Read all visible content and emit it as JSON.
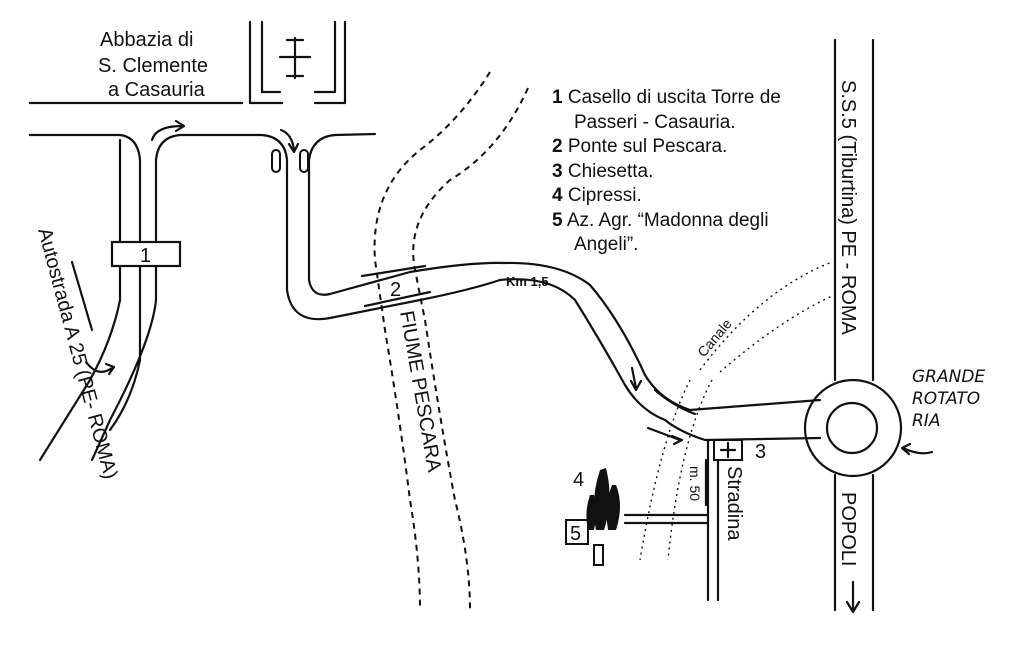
{
  "places": {
    "abbey": [
      "Abbazia di",
      "S. Clemente",
      "a Casauria"
    ],
    "river": "FIUME PESCARA",
    "motorway": "Autostrada  A 25  (PE- ROMA)",
    "ss5": "S.S.5 (Tiburtina)  PE - ROMA",
    "popoli": "POPOLI",
    "rotatoria": [
      "GRANDE",
      "ROTATO",
      "RIA"
    ],
    "km": "Km 1,5",
    "canale": "Canale",
    "m50": "m. 50",
    "stradina": "Stradina"
  },
  "markers": [
    "1",
    "2",
    "3",
    "4",
    "5"
  ],
  "legend": [
    {
      "num": "1",
      "text": "Casello di uscita Torre de Passeri - Casauria."
    },
    {
      "num": "2",
      "text": "Ponte sul Pescara."
    },
    {
      "num": "3",
      "text": "Chiesetta."
    },
    {
      "num": "4",
      "text": "Cipressi."
    },
    {
      "num": "5",
      "text": "Az. Agr. “Madonna degli Angeli”."
    }
  ]
}
